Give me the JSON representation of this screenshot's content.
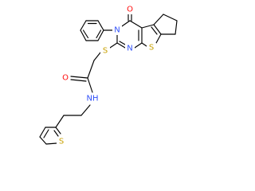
{
  "atoms": [
    {
      "id": "o_carbonyl_ring",
      "label": "O",
      "color": "#ff0d0d"
    },
    {
      "id": "n_ring_phenyl",
      "label": "N",
      "color": "#3050f8"
    },
    {
      "id": "s_thioether",
      "label": "S",
      "color": "#c8a000"
    },
    {
      "id": "n_ring_lower",
      "label": "N",
      "color": "#3050f8"
    },
    {
      "id": "s_thiophene_fused",
      "label": "S",
      "color": "#c8a000"
    },
    {
      "id": "o_amide",
      "label": "O",
      "color": "#ff0d0d"
    },
    {
      "id": "nh_amide",
      "label": "NH",
      "color": "#3050f8"
    },
    {
      "id": "s_thiophene_side",
      "label": "S",
      "color": "#c8a000"
    }
  ]
}
